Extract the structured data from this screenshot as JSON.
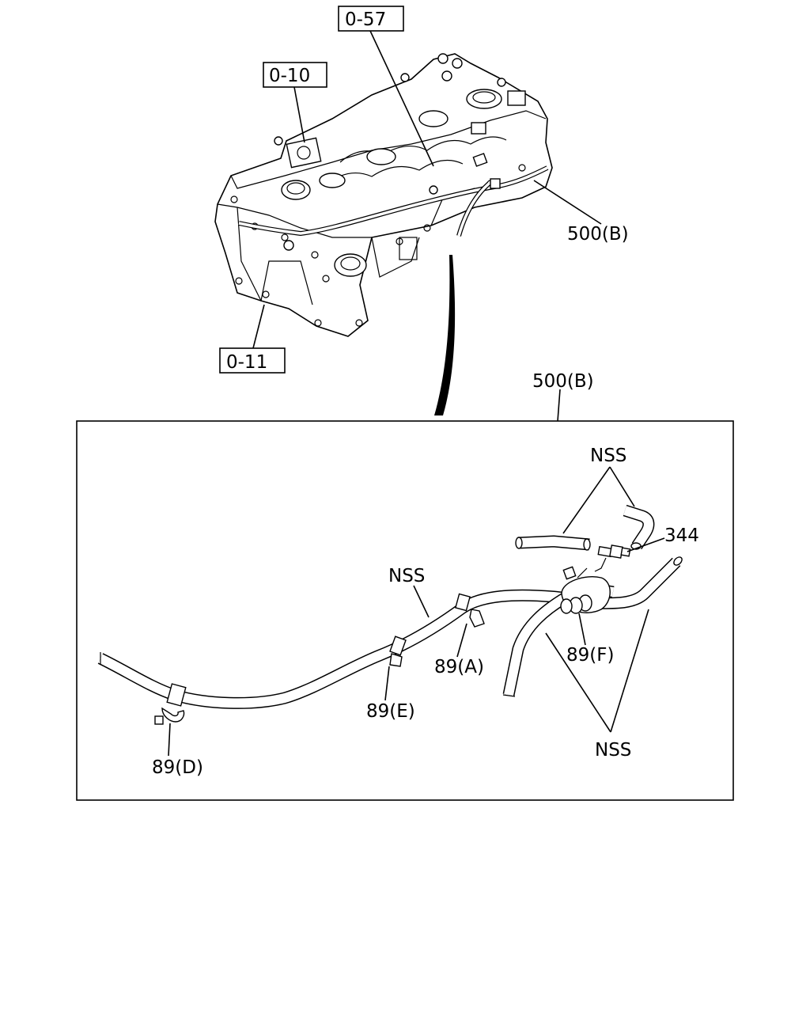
{
  "refs": {
    "ref_0_57": "0-57",
    "ref_0_10": "0-10",
    "ref_0_11": "0-11"
  },
  "callouts": {
    "top_500b": "500(B)",
    "box_500b": "500(B)",
    "nss_top": "NSS",
    "nss_mid": "NSS",
    "nss_bottom": "NSS",
    "p344": "344",
    "p89a": "89(A)",
    "p89d": "89(D)",
    "p89e": "89(E)",
    "p89f": "89(F)"
  }
}
